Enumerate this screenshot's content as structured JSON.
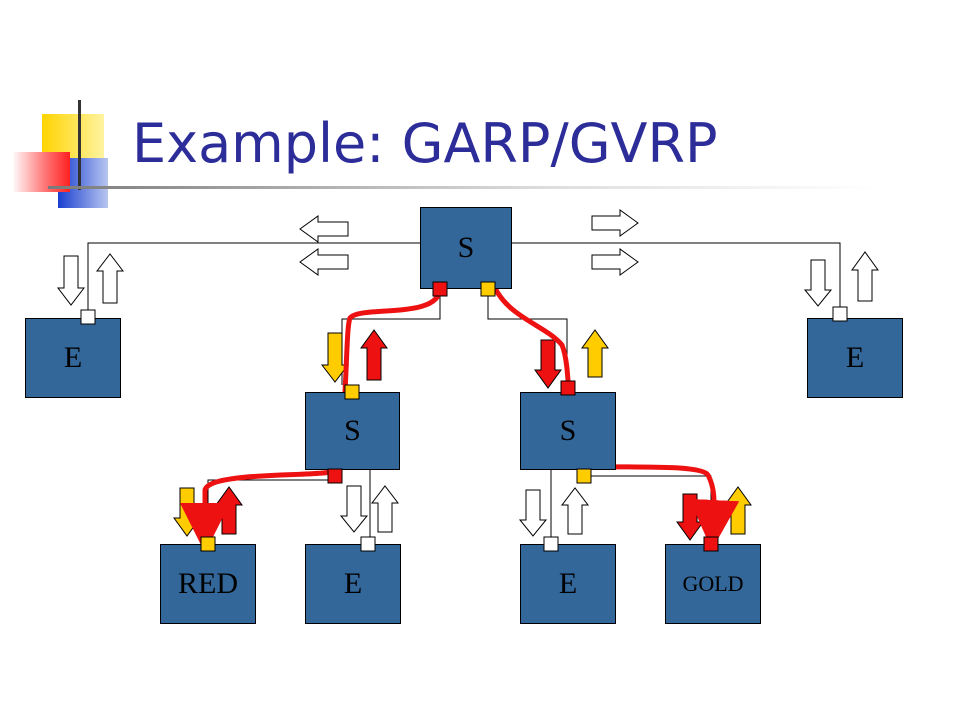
{
  "slide": {
    "title": "Example:  GARP/GVRP"
  },
  "nodes": {
    "top_switch": "S",
    "left_end": "E",
    "right_end": "E",
    "mid_left_switch": "S",
    "mid_right_switch": "S",
    "red_end": "RED",
    "bottom_end_1": "E",
    "bottom_end_2": "E",
    "gold_end": "GOLD"
  },
  "colors": {
    "box_fill": "#336699",
    "red_vlan": "#ee1111",
    "gold_vlan": "#ffcc00",
    "title": "#2d2d9a"
  }
}
